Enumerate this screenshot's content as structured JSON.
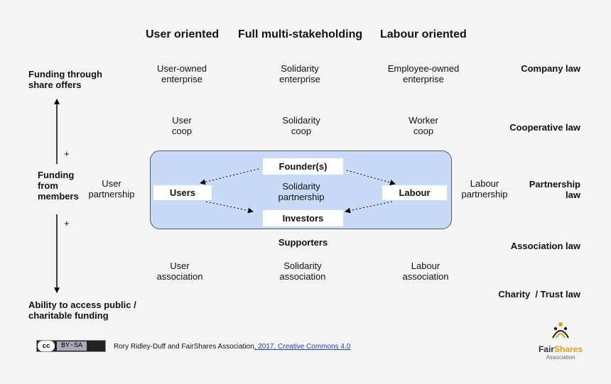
{
  "column_headers": {
    "user": "User oriented",
    "multi": "Full multi-stakeholding",
    "labour": "Labour oriented"
  },
  "rows": {
    "company": {
      "user": [
        "User-owned",
        "enterprise"
      ],
      "multi": [
        "Solidarity",
        "enterprise"
      ],
      "labour": [
        "Employee-owned",
        "enterprise"
      ],
      "law": "Company law"
    },
    "cooperative": {
      "user": [
        "User",
        "coop"
      ],
      "multi": [
        "Solidarity",
        "coop"
      ],
      "labour": [
        "Worker",
        "coop"
      ],
      "law": "Cooperative law"
    },
    "partnership": {
      "user": [
        "User",
        "partnership"
      ],
      "multi": [
        "Solidarity",
        "partnership"
      ],
      "labour": [
        "Labour",
        "partnership"
      ],
      "law": [
        "Partnership",
        "law"
      ]
    },
    "association": {
      "user": [
        "User",
        "association"
      ],
      "multi": [
        "Solidarity",
        "association"
      ],
      "labour": [
        "Labour",
        "association"
      ],
      "law": "Association law"
    },
    "charity": {
      "law": "Charity  / Trust law"
    }
  },
  "stakeholders": {
    "founders": "Founder(s)",
    "users": "Users",
    "labour": "Labour",
    "investors": "Investors",
    "supporters": "Supporters"
  },
  "funding": {
    "top": [
      "Funding through",
      "share offers"
    ],
    "middle": [
      "Funding",
      "from",
      "members"
    ],
    "bottom": [
      "Ability to access public /",
      "charitable funding"
    ],
    "plus_upper": "+",
    "plus_lower": "+"
  },
  "footer": {
    "cc_logo": "cc",
    "license_badge": "BY-SA",
    "credit": "Rory Ridley-Duff and FairShares Association",
    "credit_link": ", 2017, Creative Commons 4.0",
    "logo_fair": "Fair",
    "logo_shares": "Shares",
    "logo_sub": "Association"
  },
  "colors": {
    "panel": "#c9daf8",
    "logo_accent": "#e09a20",
    "link": "#1a3fb5"
  }
}
